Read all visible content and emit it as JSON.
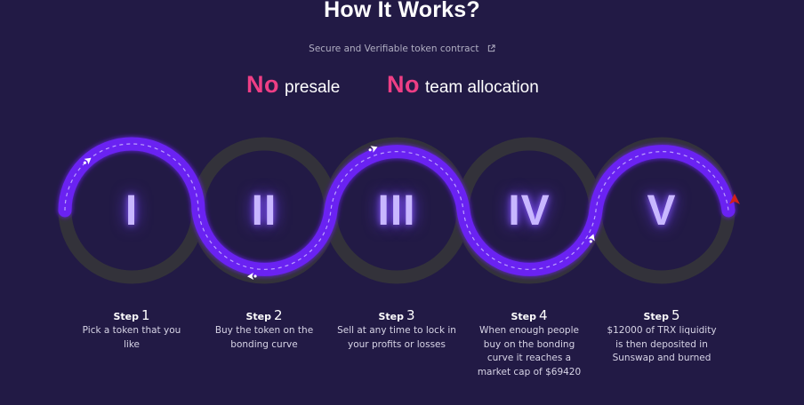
{
  "header": {
    "title": "How It Works?",
    "contract_link": "Secure and Verifiable token contract"
  },
  "highlights": [
    {
      "no": "No",
      "text": "presale"
    },
    {
      "no": "No",
      "text": "team allocation"
    }
  ],
  "steps": [
    {
      "numeral": "I",
      "label": "Step",
      "number": "1",
      "description": "Pick a token that you like"
    },
    {
      "numeral": "II",
      "label": "Step",
      "number": "2",
      "description": "Buy the token on the bonding curve"
    },
    {
      "numeral": "III",
      "label": "Step",
      "number": "3",
      "description": "Sell at any time to lock in your profits or losses"
    },
    {
      "numeral": "IV",
      "label": "Step",
      "number": "4",
      "description": "When enough people buy on the bonding curve it reaches a market cap of $69420"
    },
    {
      "numeral": "V",
      "label": "Step",
      "number": "5",
      "description": "$12000 of TRX liquidity is then deposited in Sunswap and burned"
    }
  ],
  "colors": {
    "background": "#221a45",
    "accent_pink": "#ee3e85",
    "track_purple": "#6a22f2",
    "ring_gray": "#33323a",
    "rocket_red": "#d0201a"
  },
  "icons": {
    "external_link": "external-link-icon",
    "rocket": "rocket-icon"
  }
}
